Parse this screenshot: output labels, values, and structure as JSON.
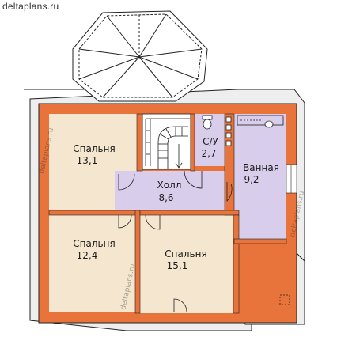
{
  "site": "deltaplans.ru",
  "watermark": "deltaplans.ru",
  "rooms": {
    "bedroom_1": {
      "name": "Спальня",
      "area": "13,1"
    },
    "bedroom_2": {
      "name": "Спальня",
      "area": "12,4"
    },
    "bedroom_3": {
      "name": "Спальня",
      "area": "15,1"
    },
    "hall": {
      "name": "Холл",
      "area": "8,6"
    },
    "wc": {
      "name": "С/У",
      "area": "2,7"
    },
    "bathroom": {
      "name": "Ванная",
      "area": "9,2"
    }
  },
  "colors": {
    "wall": "#E8743B",
    "bedroom_fill": "#F5E6CF",
    "wet_fill": "#D8CDEB",
    "roof_fill": "#EEEEEE",
    "line": "#222222"
  },
  "icons": [
    "staircase-icon",
    "toilet-icon",
    "sink-icon",
    "bathtub-icon",
    "door-swing-icon",
    "chimney-icon"
  ]
}
